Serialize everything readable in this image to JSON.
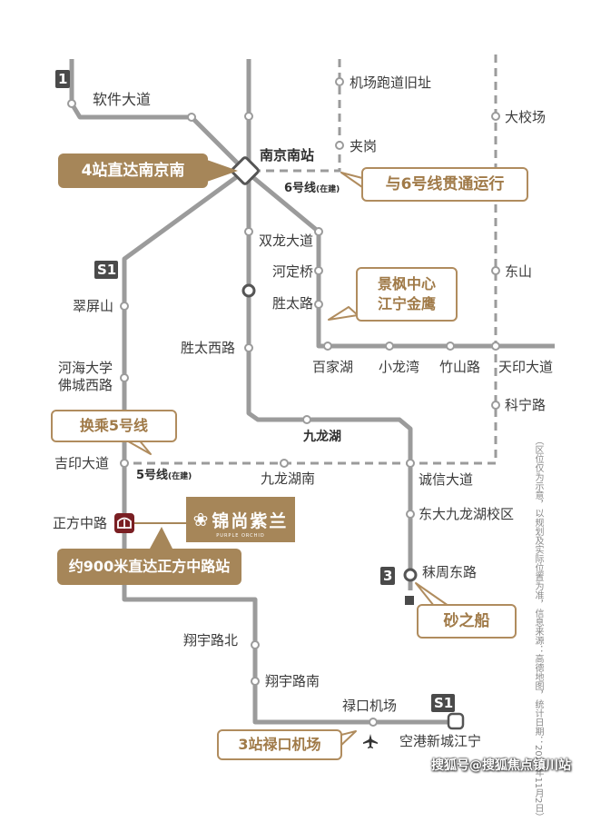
{
  "lines": {
    "line1": "1",
    "line3": "3",
    "s1_top": "S1",
    "s1_bottom": "S1",
    "line6": "6号线",
    "line6_status": "(在建)",
    "line5": "5号线",
    "line5_status": "(在建)"
  },
  "stations": {
    "ruanjian": "软件大道",
    "nanjing_south": "南京南站",
    "airport_runway": "机场跑道旧址",
    "jiagang": "夹岗",
    "daxiaochang": "大校场",
    "shuanglong": "双龙大道",
    "hedingqiao": "河定桥",
    "shengtai_road": "胜太路",
    "dongshan": "东山",
    "cuipingshan": "翠屏山",
    "shengtai_west": "胜太西路",
    "baijiahu": "百家湖",
    "xiaolongwan": "小龙湾",
    "zhushan": "竹山路",
    "tianyin": "天印大道",
    "hohai": "河海大学",
    "focheng": "佛城西路",
    "kening": "科宁路",
    "jiulonghu": "九龙湖",
    "jiyin": "吉印大道",
    "jiulonghu_south": "九龙湖南",
    "chengxin": "诚信大道",
    "zhengfangzhong": "正方中路",
    "dongda": "东大九龙湖校区",
    "mozhou_east": "秣周东路",
    "xiangyu_north": "翔宇路北",
    "xiangyu_south": "翔宇路南",
    "lukou_airport": "禄口机场",
    "konggang": "空港新城江宁"
  },
  "callouts": {
    "four_stations": "4站直达南京南",
    "line6_through": "与6号线贯通运行",
    "jingfeng_1": "景枫中心",
    "jingfeng_2": "江宁金鹰",
    "transfer5": "换乘5号线",
    "walk900": "约900米直达正方中路站",
    "shazhichuan": "砂之船",
    "three_stations": "3站禄口机场"
  },
  "brand": {
    "name": "锦尚紫兰",
    "sub": "PURPLE ORCHID"
  },
  "disclaimer": "（区位仅为示意，以规划及实际位置为准，信息来源：高德地图，统计日期：2023年11月2日）",
  "watermark": "搜狐号@搜狐焦点镇川站",
  "colors": {
    "line": "#9b9b9b",
    "accent": "#a68659",
    "badge": "#4a4a4a"
  },
  "icons": {
    "airport": "airplane-icon",
    "hub": "interchange-diamond-icon",
    "target": "metro-station-marker-icon",
    "brand": "flower-logo-icon"
  }
}
